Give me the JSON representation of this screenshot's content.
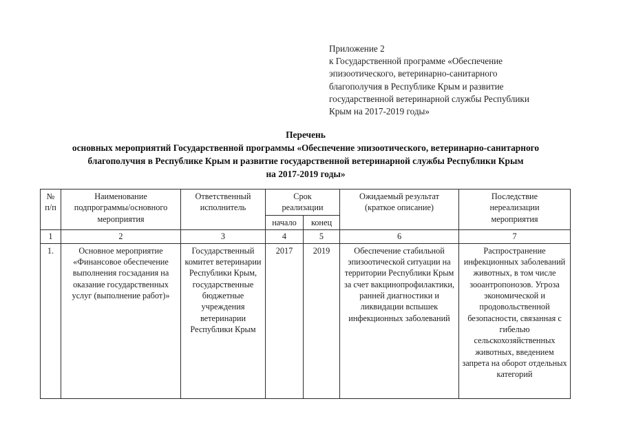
{
  "document": {
    "appendix_header": [
      "Приложение 2",
      "к Государственной программе «Обеспечение",
      "эпизоотического, ветеринарно-санитарного",
      "благополучия в Республике Крым и развитие",
      "государственной ветеринарной службы Республики",
      "Крым на 2017-2019 годы»"
    ],
    "title_heading": "Перечень",
    "title_lines": [
      "основных мероприятий Государственной программы «Обеспечение эпизоотического, ветеринарно-санитарного",
      "благополучия в Республике Крым и развитие государственной ветеринарной службы Республики Крым",
      "на 2017-2019 годы»"
    ]
  },
  "table": {
    "headers": {
      "col1": "№\nп/п",
      "col2": "Наименование\nподпрограммы/основного\nмероприятия",
      "col3": "Ответственный\nисполнитель",
      "col4_group": "Срок\nреализации",
      "col4_start": "начало",
      "col5_end": "конец",
      "col6": "Ожидаемый результат\n(краткое описание)",
      "col7": "Последствие\nнереализации\nмероприятия"
    },
    "number_row": [
      "1",
      "2",
      "3",
      "4",
      "5",
      "6",
      "7"
    ],
    "rows": [
      {
        "index": "1.",
        "name": "Основное мероприятие «Финансовое обеспечение выполнения госзадания на оказание государственных услуг (выполнение работ)»",
        "executor": "Государственный комитет ветеринарии Республики Крым, государственные бюджетные учреждения ветеринарии Республики Крым",
        "start": "2017",
        "end": "2019",
        "expected_result": "Обеспечение стабильной эпизоотической ситуации на территории Республики Крым за счет вакцинопрофилактики, ранней диагностики и ликвидации вспышек инфекционных заболеваний",
        "consequence": "Распространение инфекционных заболеваний животных, в том числе зооантропонозов. Угроза экономической и продовольственной безопасности, связанная с гибелью сельскохозяйственных животных, введением запрета на оборот отдельных категорий"
      }
    ]
  },
  "colors": {
    "paper": "#ffffff",
    "ink": "#1a1a1a",
    "rule": "#2b2b2b"
  }
}
